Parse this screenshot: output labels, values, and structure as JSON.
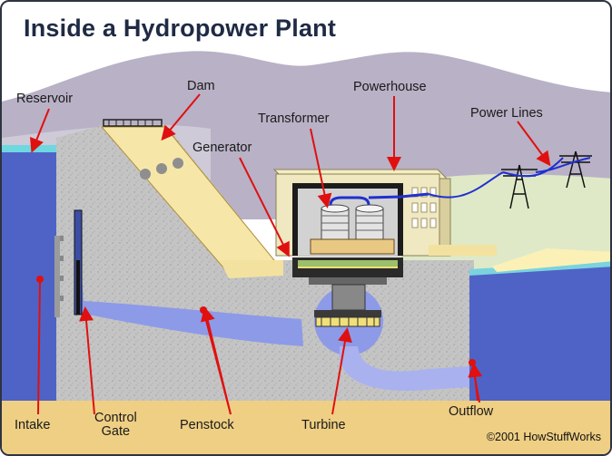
{
  "title": "Inside a Hydropower Plant",
  "labels": {
    "reservoir": "Reservoir",
    "dam": "Dam",
    "powerhouse": "Powerhouse",
    "transformer": "Transformer",
    "power_lines": "Power Lines",
    "generator": "Generator",
    "intake": "Intake",
    "control_gate_line1": "Control",
    "control_gate_line2": "Gate",
    "penstock": "Penstock",
    "turbine": "Turbine",
    "outflow": "Outflow"
  },
  "copyright": "©2001 HowStuffWorks",
  "colors": {
    "sky": "#ffffff",
    "hills": "#b9b1c6",
    "ground": "#c9c9c9",
    "concrete": "#bdbdbd",
    "water_reservoir": "#4f63c6",
    "water_flow": "#8d9ae8",
    "sand": "#efcf84",
    "arrow": "#e01010",
    "power_line": "#2030d0"
  }
}
